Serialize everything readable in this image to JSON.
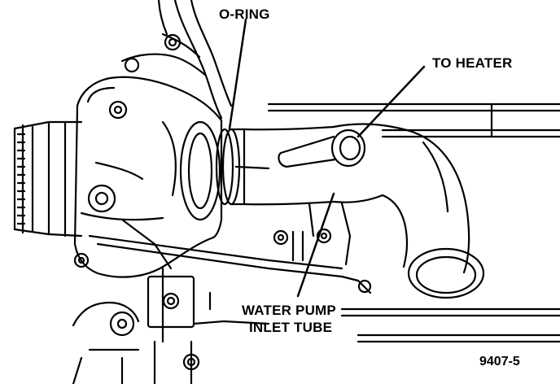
{
  "labels": {
    "o_ring": "O-RING",
    "to_heater": "TO HEATER",
    "water_pump_line1": "WATER PUMP",
    "water_pump_line2": "INLET TUBE"
  },
  "figure_id": "9407-5",
  "colors": {
    "ink": "#000000",
    "paper": "#ffffff"
  }
}
